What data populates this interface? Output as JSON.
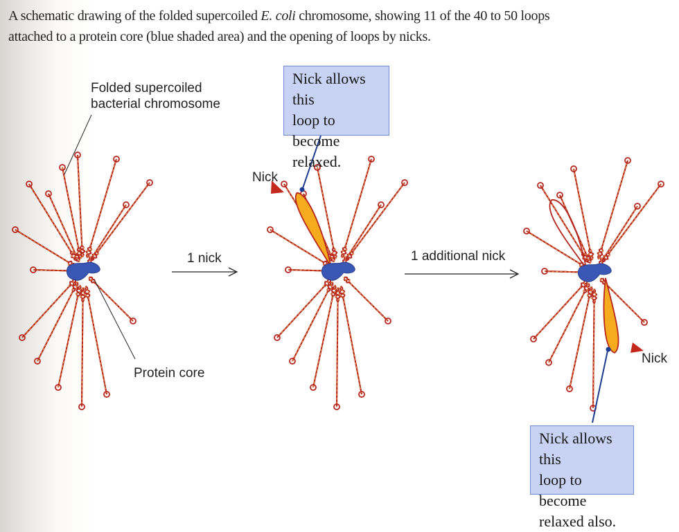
{
  "caption": {
    "line1_pre": "A schematic drawing of the folded supercoiled ",
    "line1_italic": "E. coli",
    "line1_post": " chromosome, showing 11 of the 40 to 50 loops",
    "line2": "attached to a protein core (blue shaded area) and the opening of loops by nicks."
  },
  "labels": {
    "folded_line1": "Folded supercoiled",
    "folded_line2": "bacterial chromosome",
    "protein_core": "Protein core",
    "nick_left": "Nick",
    "nick_right": "Nick",
    "arrow1": "1 nick",
    "arrow2": "1 additional nick"
  },
  "callouts": {
    "top_line1": "Nick allows this",
    "top_line2": "loop to become",
    "top_line3": "relaxed.",
    "bottom_line1": "Nick allows this",
    "bottom_line2": "loop to become",
    "bottom_line3": "relaxed also."
  },
  "colors": {
    "dna_outer": "#b5251c",
    "dna_inner": "#f1aa45",
    "core": "#3b57b5",
    "relaxed_fill": "#f6ab1e",
    "callout_fill": "#c8d2f2",
    "nick_arrow": "#c4281c"
  }
}
